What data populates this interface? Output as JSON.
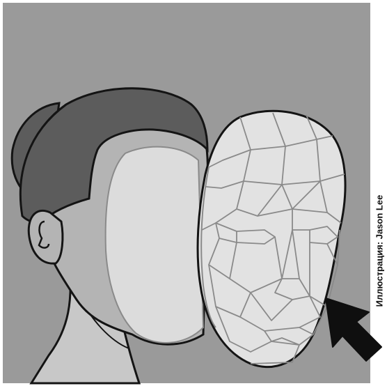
{
  "credit": {
    "text": "Иллюстрация: Jason Lee"
  },
  "colors": {
    "background": "#9a9a9a",
    "hair": "#5c5c5c",
    "skin": "#b4b4b4",
    "face_void": "#dcdcdc",
    "mask_fill": "#e2e2e2",
    "mesh_lines": "#8a8a8a",
    "outline": "#141414"
  },
  "illustration": {
    "subject": "head-removing-polygon-face-mask",
    "icons": [
      "head-silhouette",
      "polygon-face-mask",
      "arrow-pointer"
    ]
  }
}
